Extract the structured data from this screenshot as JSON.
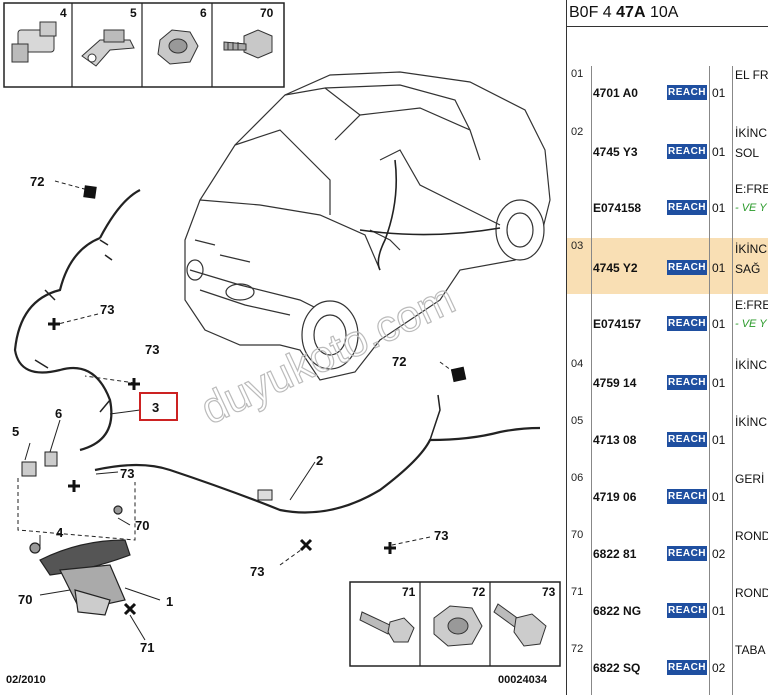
{
  "diagram": {
    "date_code": "02/2010",
    "diagram_code": "00024034",
    "watermark": "duyukoto.com",
    "callouts": {
      "part1": "1",
      "part2": "2",
      "part3": "3",
      "part4": "4",
      "part5": "5",
      "part6": "6",
      "p72a": "72",
      "p72b": "72",
      "p73a": "73",
      "p73b": "73",
      "p73c": "73",
      "p73d": "73",
      "p73e": "73",
      "p70": "70",
      "p70b": "70",
      "p71": "71"
    },
    "top_icons": [
      "4",
      "5",
      "6",
      "70"
    ],
    "bottom_icons": [
      "71",
      "72",
      "73"
    ]
  },
  "panel": {
    "ref_prefix": "B0F 4",
    "ref_bold": "47A",
    "ref_suffix": "10A",
    "rows": [
      {
        "pos": "01",
        "parts": [
          {
            "num": "4701 A0",
            "badge": "REACH",
            "qty": "01"
          }
        ],
        "desc": "EL FR",
        "desc2": "",
        "note": ""
      },
      {
        "pos": "02",
        "parts": [
          {
            "num": "4745 Y3",
            "badge": "REACH",
            "qty": "01"
          },
          {
            "num": "E074158",
            "badge": "REACH",
            "qty": "01"
          }
        ],
        "desc": "İKİNC",
        "desc2": "SOL",
        "sub_desc": "E:FRE",
        "note": "- VE Y"
      },
      {
        "pos": "03",
        "parts": [
          {
            "num": "4745 Y2",
            "badge": "REACH",
            "qty": "01"
          },
          {
            "num": "E074157",
            "badge": "REACH",
            "qty": "01"
          }
        ],
        "desc": "İKİNC",
        "desc2": "SAĞ",
        "sub_desc": "E:FRE",
        "note": "- VE Y"
      },
      {
        "pos": "04",
        "parts": [
          {
            "num": "4759 14",
            "badge": "REACH",
            "qty": "01"
          }
        ],
        "desc": "İKİNC",
        "desc2": "",
        "note": ""
      },
      {
        "pos": "05",
        "parts": [
          {
            "num": "4713 08",
            "badge": "REACH",
            "qty": "01"
          }
        ],
        "desc": "İKİNC",
        "desc2": "",
        "note": ""
      },
      {
        "pos": "06",
        "parts": [
          {
            "num": "4719 06",
            "badge": "REACH",
            "qty": "01"
          }
        ],
        "desc": "GERİ",
        "desc2": "",
        "note": ""
      },
      {
        "pos": "70",
        "parts": [
          {
            "num": "6822 81",
            "badge": "REACH",
            "qty": "02"
          }
        ],
        "desc": "ROND",
        "desc2": "",
        "note": ""
      },
      {
        "pos": "71",
        "parts": [
          {
            "num": "6822 NG",
            "badge": "REACH",
            "qty": "01"
          }
        ],
        "desc": "ROND",
        "desc2": "",
        "note": ""
      },
      {
        "pos": "72",
        "parts": [
          {
            "num": "6822 SQ",
            "badge": "REACH",
            "qty": "02"
          }
        ],
        "desc": "TABA",
        "desc2": "",
        "note": ""
      }
    ]
  }
}
